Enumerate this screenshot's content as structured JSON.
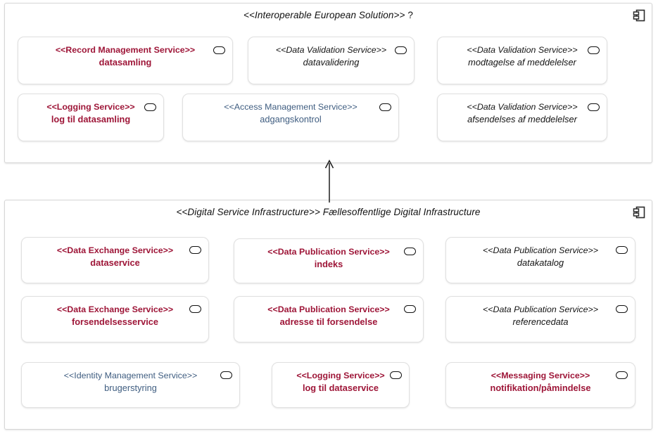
{
  "diagram": {
    "title_top": {
      "stereotype": "<<Interoperable European Solution>>",
      "name": "?"
    },
    "title_bottom": {
      "stereotype": "<<Digital Service Infrastructure>>",
      "name": "Fællesoffentlige Digital Infrastructure"
    },
    "colors": {
      "red": "#9e1638",
      "blue": "#3f5d80",
      "black": "#141414",
      "border": "#e0e0e0",
      "container_border": "#d6d6d6",
      "background": "#ffffff"
    },
    "icons": {
      "component": "uml-component-icon",
      "service": "archimate-service-pill-icon",
      "arrow": "realization-arrow-up-icon"
    }
  },
  "top_container": {
    "services": [
      {
        "stereotype": "<<Record Management Service>>",
        "name": "datasamling",
        "style": "red"
      },
      {
        "stereotype": "<<Data Validation Service>>",
        "name": "datavalidering",
        "style": "black"
      },
      {
        "stereotype": "<<Data Validation Service>>",
        "name": "modtagelse af meddelelser",
        "style": "black"
      },
      {
        "stereotype": "<<Logging Service>>",
        "name": "log til datasamling",
        "style": "red"
      },
      {
        "stereotype": "<<Access Management Service>>",
        "name": "adgangskontrol",
        "style": "blue"
      },
      {
        "stereotype": "<<Data Validation Service>>",
        "name": "afsendelses af meddelelser",
        "style": "black"
      }
    ]
  },
  "bottom_container": {
    "services": [
      {
        "stereotype": "<<Data Exchange Service>>",
        "name": "dataservice",
        "style": "red"
      },
      {
        "stereotype": "<<Data Publication Service>>",
        "name": "indeks",
        "style": "red"
      },
      {
        "stereotype": "<<Data Publication Service>>",
        "name": "datakatalog",
        "style": "black"
      },
      {
        "stereotype": "<<Data Exchange Service>>",
        "name": "forsendelsesservice",
        "style": "red"
      },
      {
        "stereotype": "<<Data Publication Service>>",
        "name": "adresse til forsendelse",
        "style": "red"
      },
      {
        "stereotype": "<<Data Publication Service>>",
        "name": "referencedata",
        "style": "black"
      },
      {
        "stereotype": "<<Identity Management Service>>",
        "name": "brugerstyring",
        "style": "blue"
      },
      {
        "stereotype": "<<Logging Service>>",
        "name": "log til dataservice",
        "style": "red"
      },
      {
        "stereotype": "<<Messaging Service>>",
        "name": "notifikation/påmindelse",
        "style": "red"
      }
    ]
  }
}
